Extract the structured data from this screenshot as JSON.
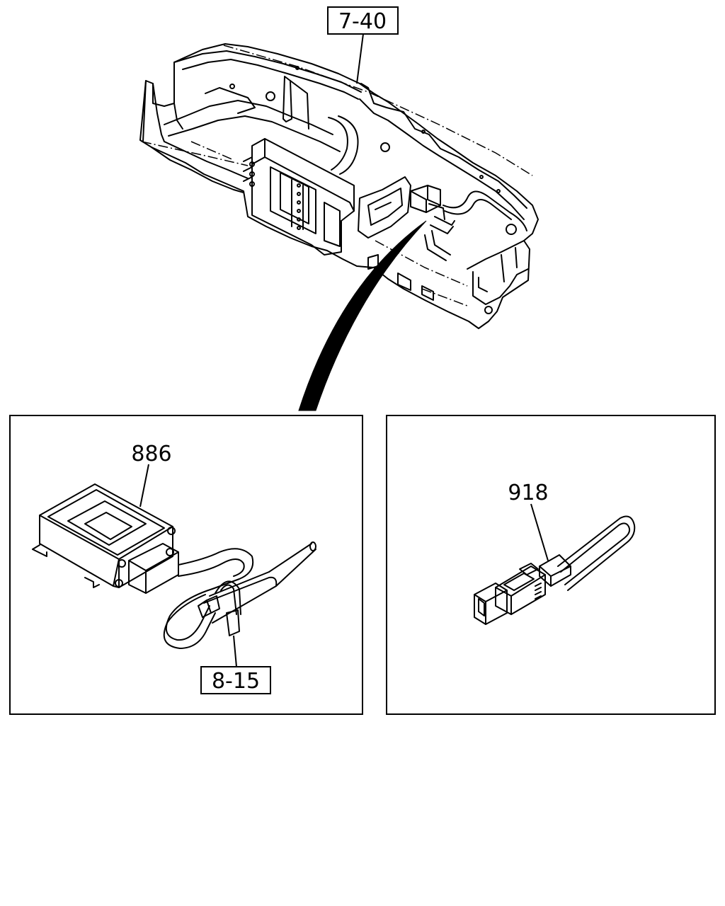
{
  "callouts": {
    "top_ref": "7-40",
    "left_part": "886",
    "left_ref": "8-15",
    "right_part": "918"
  },
  "colors": {
    "line": "#000000",
    "background": "#ffffff"
  }
}
